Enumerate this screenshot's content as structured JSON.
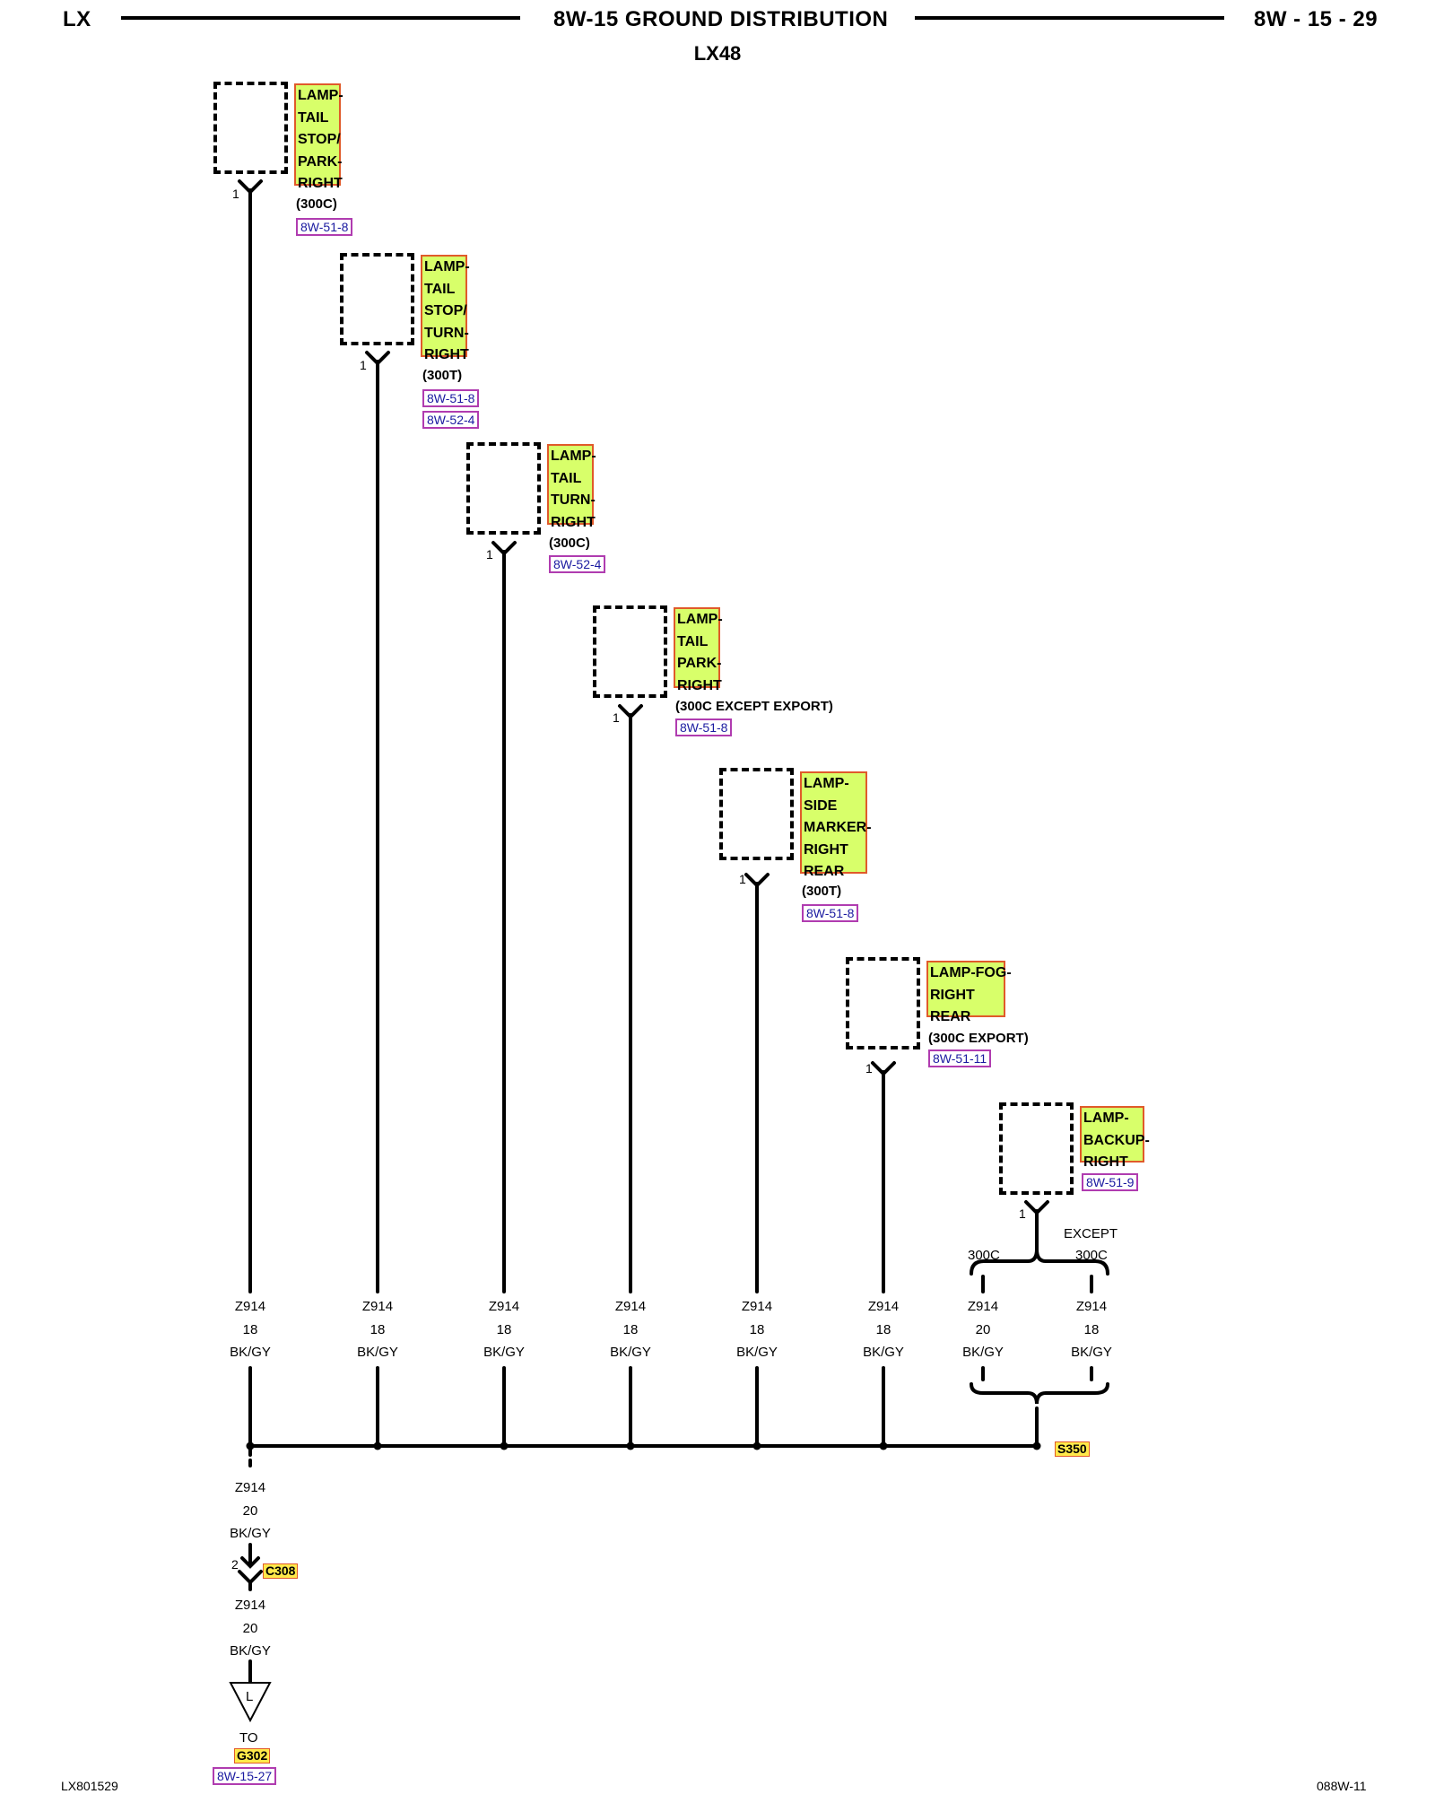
{
  "header": {
    "left": "LX",
    "title": "8W-15 GROUND DISTRIBUTION",
    "right": "8W - 15 - 29",
    "subtitle": "LX48"
  },
  "components": [
    {
      "lines": [
        "LAMP-",
        "TAIL",
        "STOP/",
        "PARK-",
        "RIGHT"
      ],
      "note": "(300C)",
      "refs": [
        "8W-51-8"
      ],
      "pin": "1"
    },
    {
      "lines": [
        "LAMP-",
        "TAIL",
        "STOP/",
        "TURN-",
        "RIGHT"
      ],
      "note": "(300T)",
      "refs": [
        "8W-51-8",
        "8W-52-4"
      ],
      "pin": "1"
    },
    {
      "lines": [
        "LAMP-",
        "TAIL",
        "TURN-",
        "RIGHT"
      ],
      "note": "(300C)",
      "refs": [
        "8W-52-4"
      ],
      "pin": "1"
    },
    {
      "lines": [
        "LAMP-",
        "TAIL",
        "PARK-",
        "RIGHT"
      ],
      "note": "(300C EXCEPT EXPORT)",
      "refs": [
        "8W-51-8"
      ],
      "pin": "1"
    },
    {
      "lines": [
        "LAMP-",
        "SIDE",
        "MARKER-",
        "RIGHT",
        "REAR"
      ],
      "note": "(300T)",
      "refs": [
        "8W-51-8"
      ],
      "pin": "1"
    },
    {
      "lines": [
        "LAMP-FOG-",
        "RIGHT",
        "REAR"
      ],
      "note": "(300C EXPORT)",
      "refs": [
        "8W-51-11"
      ],
      "pin": "1"
    },
    {
      "lines": [
        "LAMP-",
        "BACKUP-",
        "RIGHT"
      ],
      "note": "",
      "refs": [
        "8W-51-9"
      ],
      "pin": "1"
    }
  ],
  "branch": {
    "left_label": "300C",
    "right_top": "EXCEPT",
    "right_label": "300C"
  },
  "wires": [
    {
      "circuit": "Z914",
      "gauge": "18",
      "color": "BK/GY"
    },
    {
      "circuit": "Z914",
      "gauge": "18",
      "color": "BK/GY"
    },
    {
      "circuit": "Z914",
      "gauge": "18",
      "color": "BK/GY"
    },
    {
      "circuit": "Z914",
      "gauge": "18",
      "color": "BK/GY"
    },
    {
      "circuit": "Z914",
      "gauge": "18",
      "color": "BK/GY"
    },
    {
      "circuit": "Z914",
      "gauge": "18",
      "color": "BK/GY"
    },
    {
      "circuit": "Z914",
      "gauge": "20",
      "color": "BK/GY"
    },
    {
      "circuit": "Z914",
      "gauge": "18",
      "color": "BK/GY"
    }
  ],
  "splice": "S350",
  "lower_wire_1": {
    "circuit": "Z914",
    "gauge": "20",
    "color": "BK/GY"
  },
  "connector": {
    "name": "C308",
    "pin": "2"
  },
  "lower_wire_2": {
    "circuit": "Z914",
    "gauge": "20",
    "color": "BK/GY"
  },
  "ground": {
    "symbol": "L",
    "to": "TO",
    "name": "G302",
    "ref": "8W-15-27"
  },
  "footer": {
    "left": "LX801529",
    "right": "088W-11"
  }
}
